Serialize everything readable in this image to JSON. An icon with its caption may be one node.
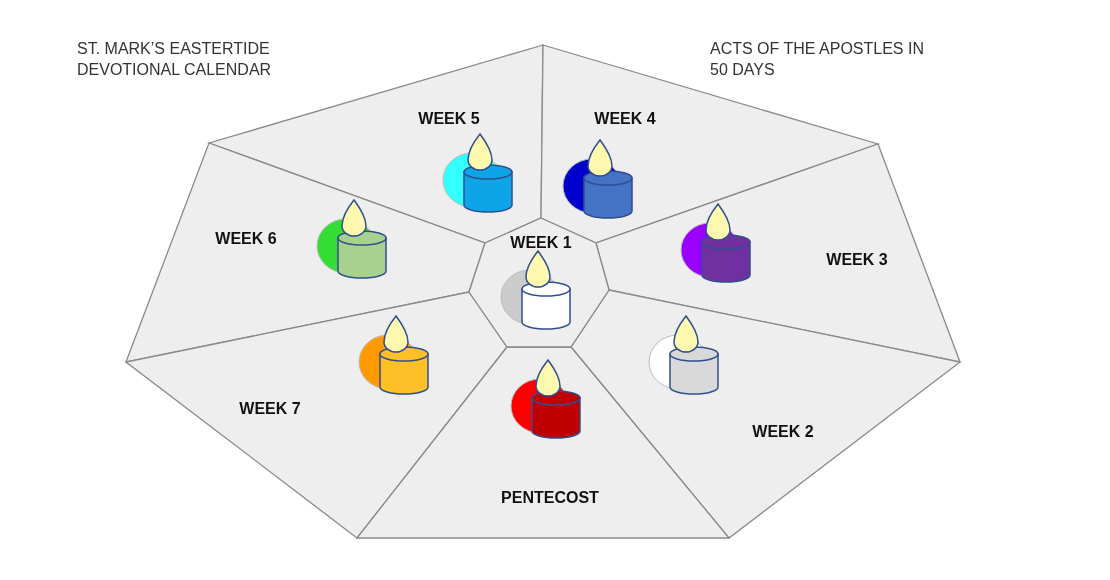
{
  "diagram": {
    "title": "ST. MARK’S EASTERTIDE DEVOTIONAL CALENDAR",
    "nodes": [
      {
        "text": [
          "WEEK 5"
        ]
      },
      {
        "text": [
          "WEEK 4"
        ]
      },
      {
        "text": [
          "WEEK 6"
        ]
      },
      {
        "text": [
          "WEEK 1"
        ]
      },
      {
        "text": [
          "WEEK 3"
        ]
      },
      {
        "text": [
          "WEEK 7"
        ]
      },
      {
        "text": [
          "WEEK 2"
        ]
      },
      {
        "text": [
          "PENTECOST"
        ]
      }
    ],
    "edges": [],
    "labels": [
      "ACTS OF THE APOSTLES IN 50 DAYS"
    ]
  }
}
